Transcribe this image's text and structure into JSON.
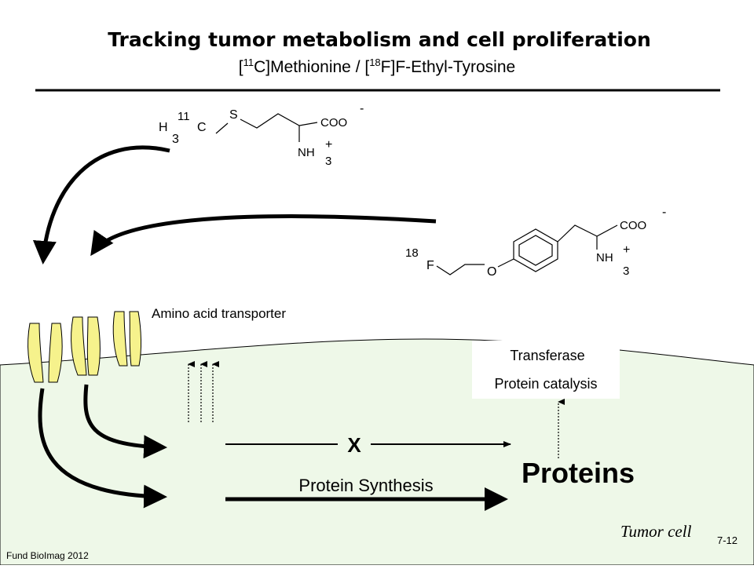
{
  "title": {
    "main": "Tracking tumor metabolism and cell proliferation",
    "sub_open1": "[",
    "sub_sup1": "11",
    "sub_mid1": "C]Methionine / [",
    "sub_sup2": "18",
    "sub_mid2": "F]F-Ethyl-Tyrosine"
  },
  "methionine": {
    "h": "H",
    "h_sub": "3",
    "isotope": "11",
    "c": "C",
    "s": "S",
    "coo": "COO",
    "coo_charge": "-",
    "nh": "NH",
    "nh_charge": "+",
    "nh_sub": "3"
  },
  "tyrosine": {
    "isotope": "18",
    "f": "F",
    "o": "O",
    "coo": "COO",
    "coo_charge": "-",
    "nh": "NH",
    "nh_charge": "+",
    "nh_sub": "3"
  },
  "labels": {
    "transporter": "Amino acid transporter",
    "transferase": "Transferase",
    "catalysis": "Protein catalysis",
    "blocked": "X",
    "synthesis": "Protein Synthesis",
    "proteins": "Proteins",
    "tumor_cell": "Tumor cell",
    "footer": "Fund BioImag 2012",
    "page": "7-12"
  },
  "colors": {
    "cell_fill": "#eef8e8",
    "transporter_fill": "#f6f28c",
    "text": "#000000"
  }
}
